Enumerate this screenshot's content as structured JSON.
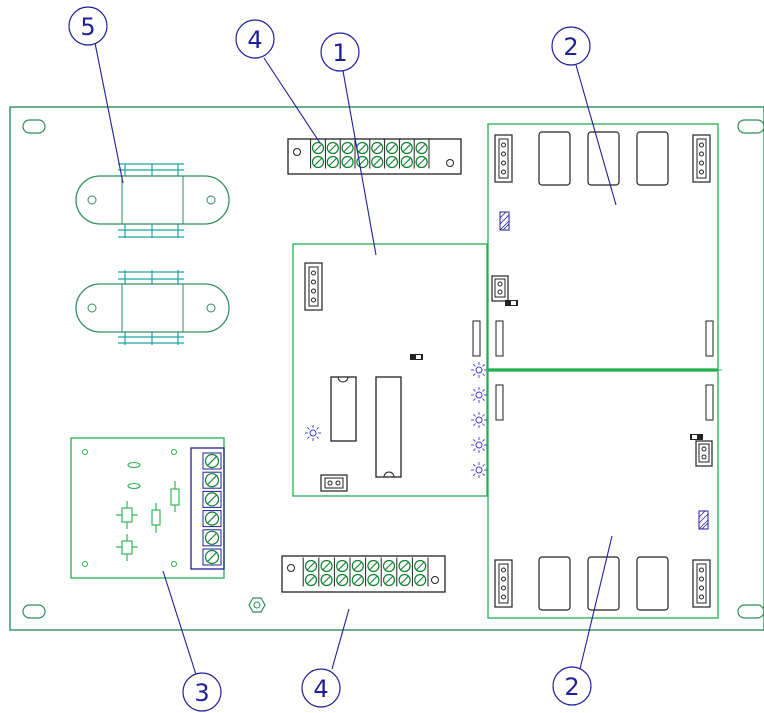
{
  "diagram": {
    "colors": {
      "frame": "#2f8f5a",
      "pcb": "#23b14d",
      "component": "#222222",
      "callout": "#1f1f9a",
      "led": "#3a3ad0",
      "terminal": "#1f1f9a",
      "screw": "#0f7f30",
      "coil": "#1fa3a3"
    },
    "callouts": [
      {
        "id": "c5",
        "label": "5"
      },
      {
        "id": "c4a",
        "label": "4"
      },
      {
        "id": "c1",
        "label": "1"
      },
      {
        "id": "c2a",
        "label": "2"
      },
      {
        "id": "c3",
        "label": "3"
      },
      {
        "id": "c4b",
        "label": "4"
      },
      {
        "id": "c2b",
        "label": "2"
      }
    ]
  }
}
